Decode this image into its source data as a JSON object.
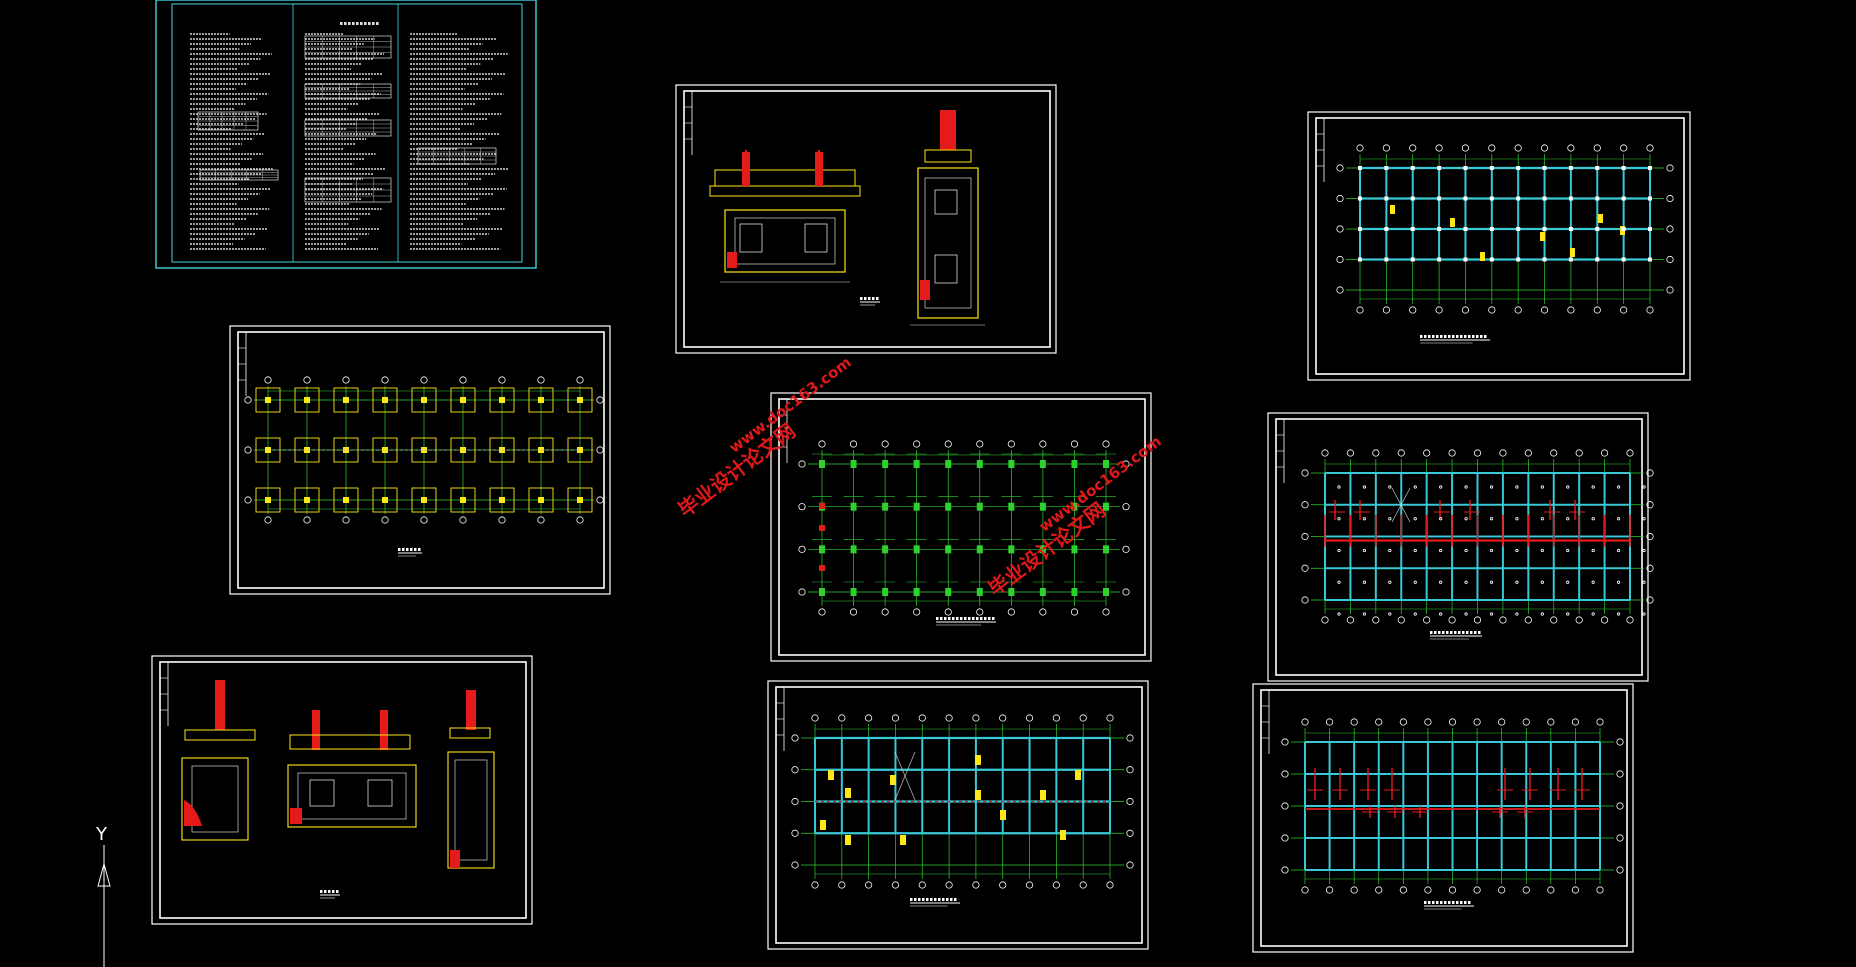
{
  "viewport": {
    "background": "#000000",
    "ucs_axis_label": "Y"
  },
  "watermarks": [
    {
      "site": "毕业设计论文网",
      "url": "www.doc163.com"
    },
    {
      "site": "毕业设计论文网",
      "url": "www.doc163.com"
    }
  ],
  "colors": {
    "sheet_border": "#ffffff",
    "notes_border": "#3fd3e0",
    "grid_line": "#2fd12f",
    "beam": "#39c9d6",
    "column": "#ffe617",
    "rebar": "#e51b1b",
    "axis_bubble": "#ffffff",
    "watermark": "#e01818"
  },
  "sheets": [
    {
      "id": "design-notes",
      "kind": "notes"
    },
    {
      "id": "foundation-detail-a",
      "kind": "detail"
    },
    {
      "id": "floor-plan-top-right",
      "kind": "beam-plan"
    },
    {
      "id": "foundation-plan",
      "kind": "foundation-plan"
    },
    {
      "id": "column-layout",
      "kind": "column-plan"
    },
    {
      "id": "rebar-plan-mid-right",
      "kind": "rebar-plan"
    },
    {
      "id": "foundation-detail-b",
      "kind": "detail"
    },
    {
      "id": "floor-plan-bottom-mid",
      "kind": "beam-plan"
    },
    {
      "id": "rebar-plan-bottom-right",
      "kind": "rebar-plan"
    }
  ]
}
